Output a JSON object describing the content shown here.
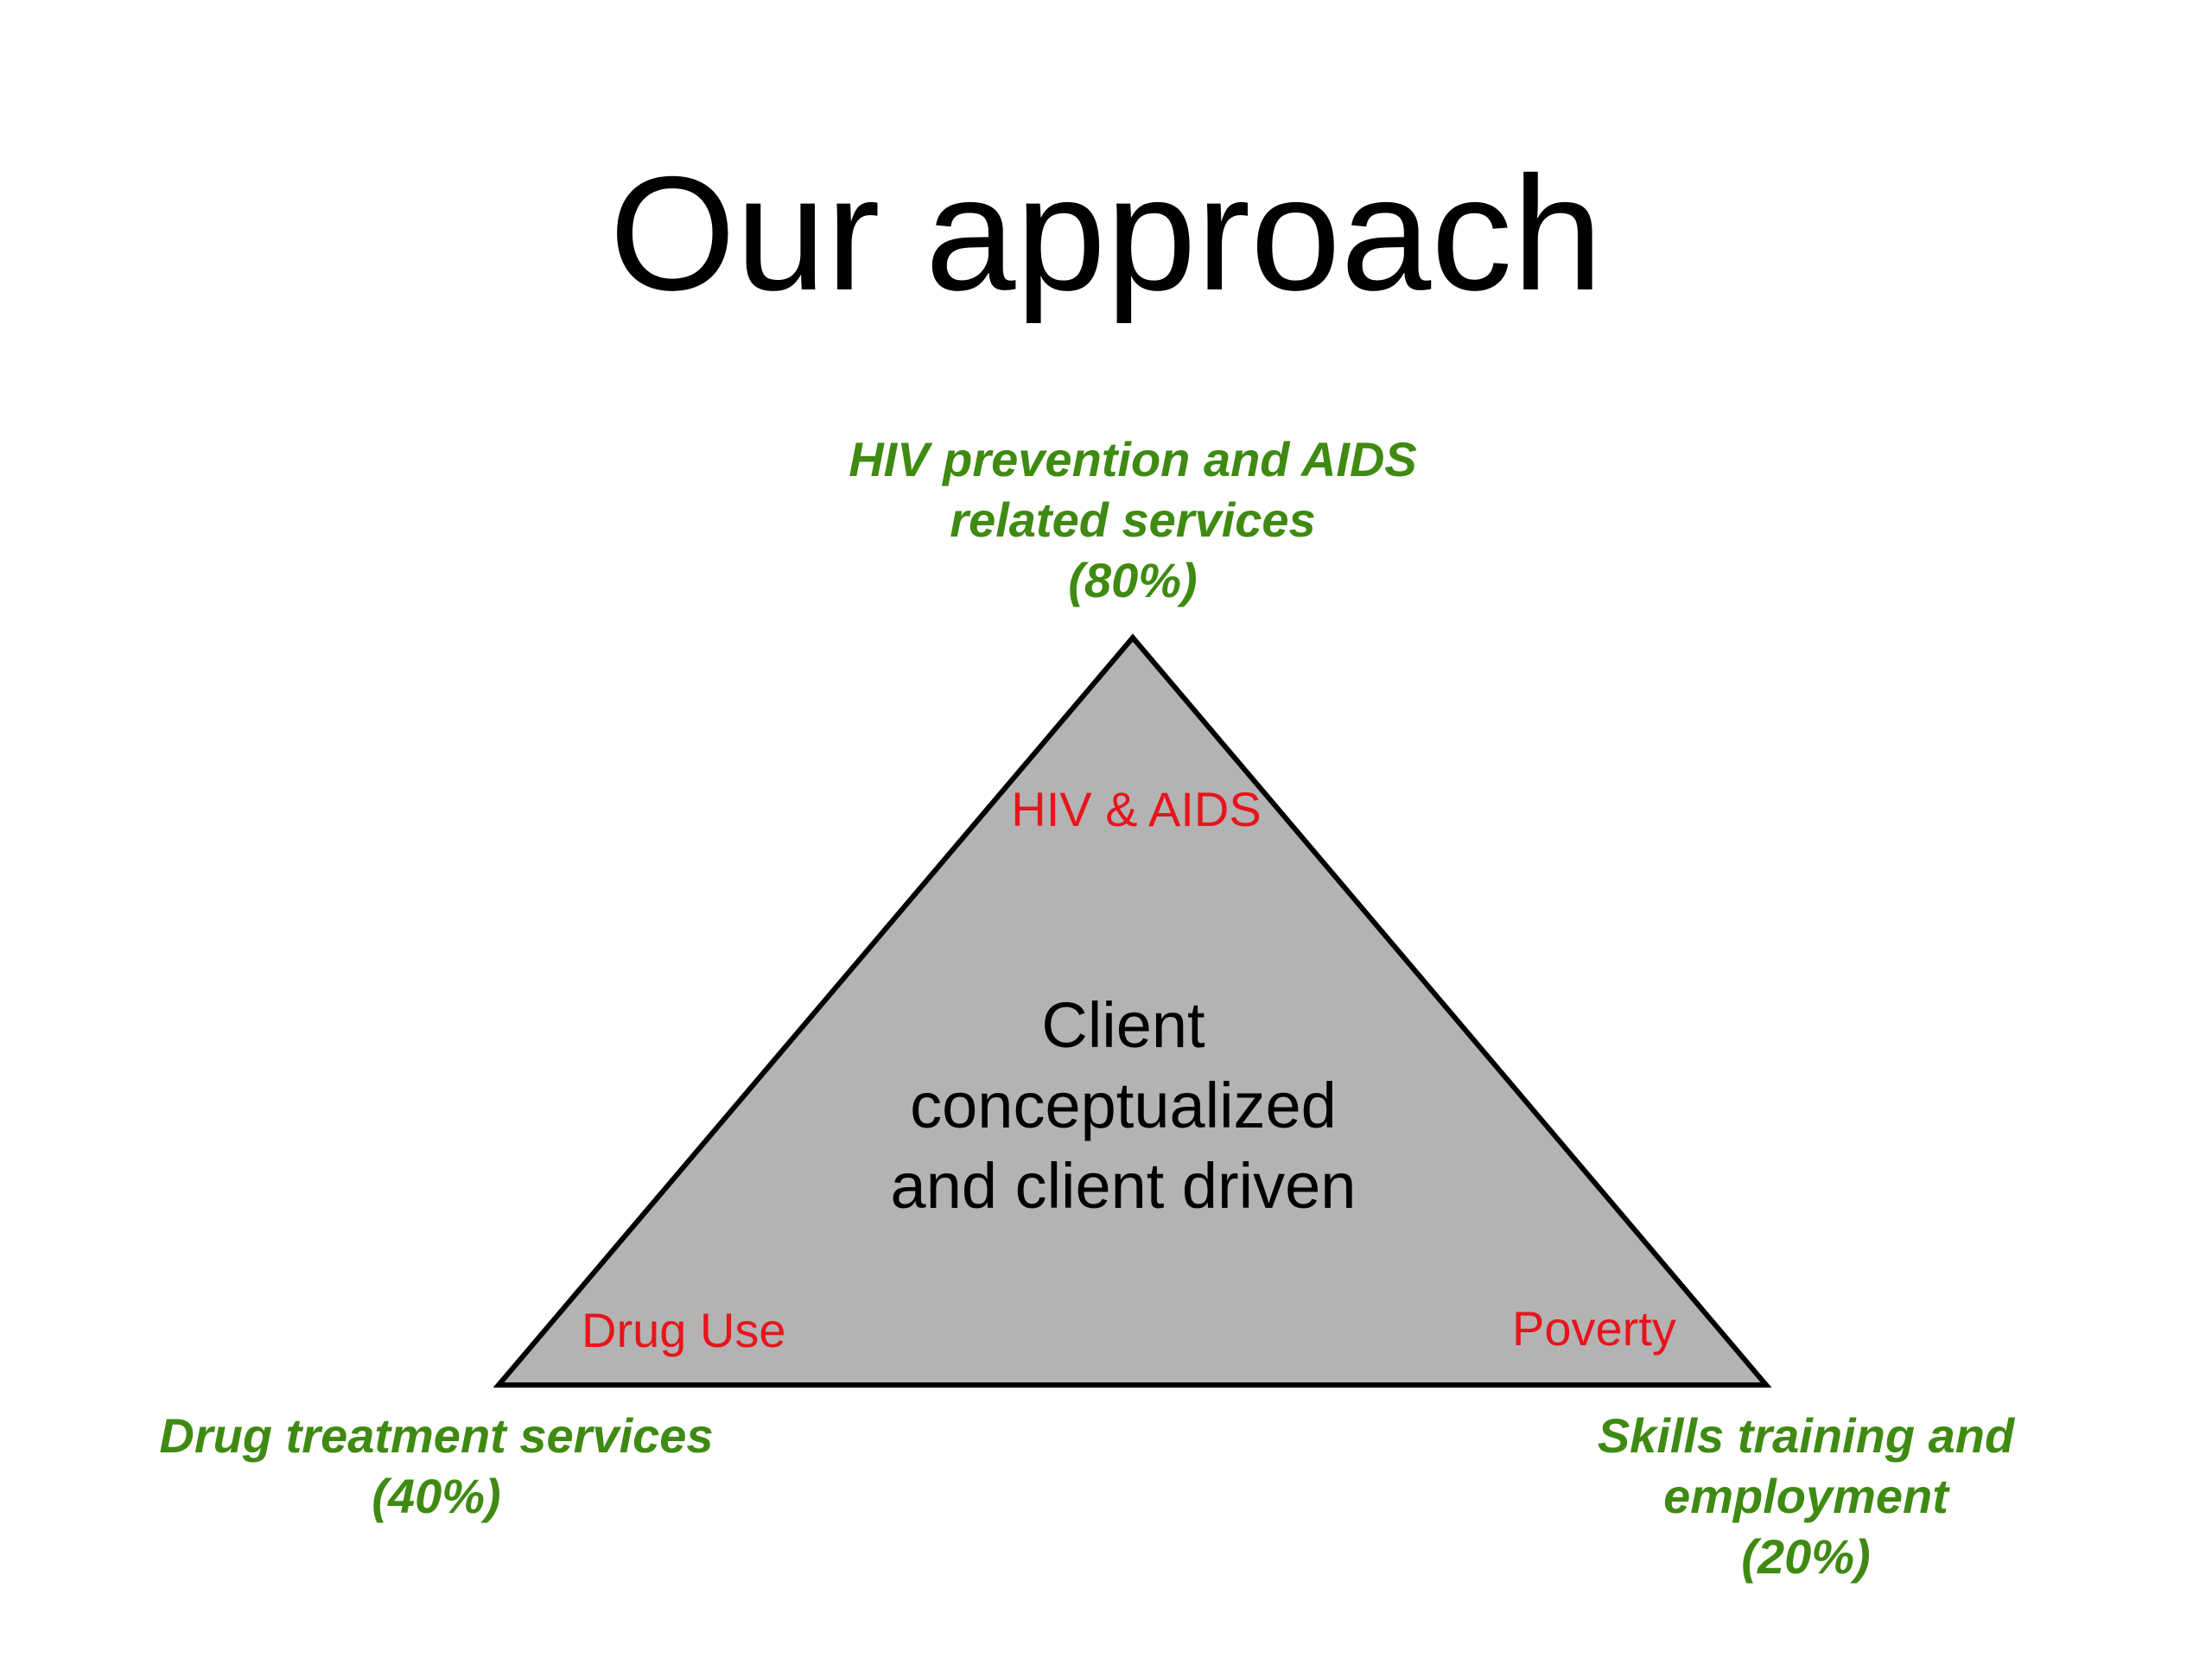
{
  "slide": {
    "title": "Our approach"
  },
  "colors": {
    "title": "#000000",
    "service_label": "#3f8a12",
    "issue_label": "#e8141c",
    "triangle_fill": "#b3b3b3",
    "triangle_stroke": "#000000",
    "center_text": "#000000"
  },
  "diagram": {
    "top_service": {
      "lines": [
        "HIV prevention and AIDS",
        "related services",
        "(80%)"
      ]
    },
    "left_service": {
      "lines": [
        "Drug treatment services",
        "(40%)"
      ]
    },
    "right_service": {
      "lines": [
        "Skills training and",
        "employment",
        "(20%)"
      ]
    },
    "issues": {
      "top": "HIV & AIDS",
      "left": "Drug Use",
      "right": "Poverty"
    },
    "center": {
      "lines": [
        "Client",
        "conceptualized",
        "and client driven"
      ]
    }
  }
}
